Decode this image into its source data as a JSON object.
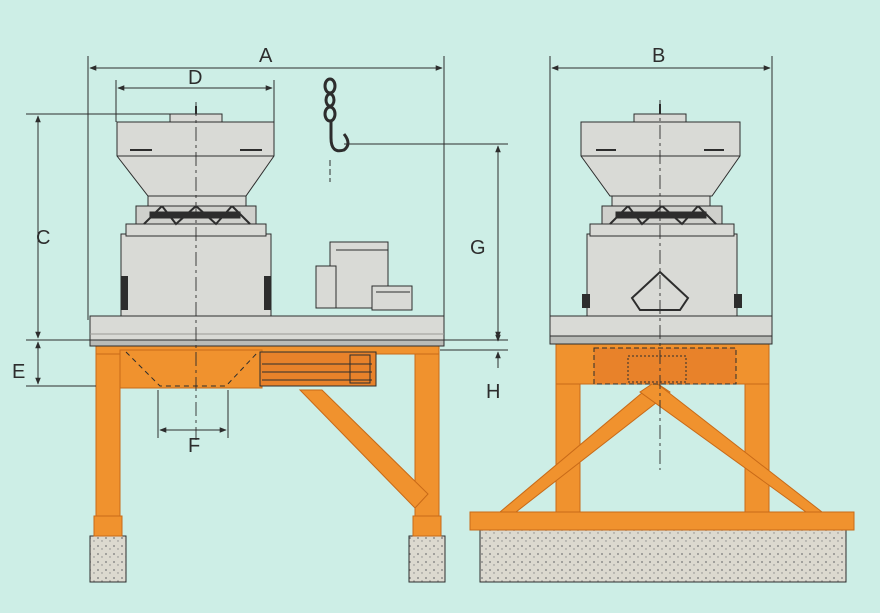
{
  "colors": {
    "background": "#cdeee6",
    "frame": "#f0922e",
    "frame_dark": "#c86a18",
    "body": "#d9dad6",
    "body_shadow": "#b9bbb7",
    "line": "#2d2d2d",
    "concrete": "#dcd9cf"
  },
  "dimensions": {
    "A": "A",
    "B": "B",
    "C": "C",
    "D": "D",
    "E": "E",
    "F": "F",
    "G": "G",
    "H": "H"
  }
}
